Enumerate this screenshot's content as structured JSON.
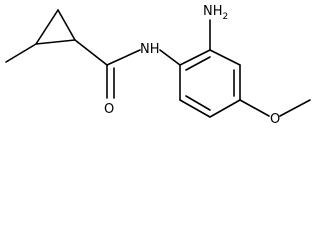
{
  "structure": {
    "atoms": {
      "amino": {
        "label": "NH",
        "subscript": "2"
      },
      "amide_n": {
        "label": "NH"
      },
      "carbonyl_o": {
        "label": "O"
      },
      "methoxy_o": {
        "label": "O"
      }
    }
  },
  "colors": {
    "bond": "#000000",
    "background": "#ffffff"
  }
}
